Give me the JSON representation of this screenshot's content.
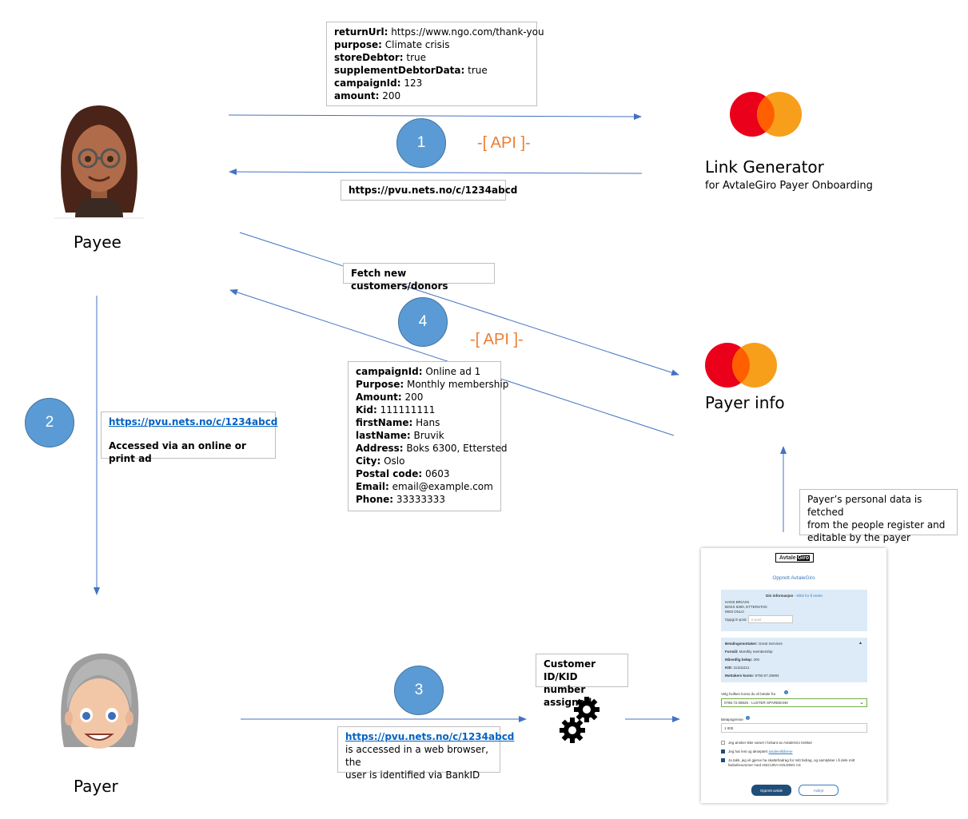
{
  "actors": {
    "payee": {
      "label": "Payee"
    },
    "payer": {
      "label": "Payer"
    }
  },
  "link_generator": {
    "title": "Link Generator",
    "subtitle": "for AvtaleGiro Payer Onboarding"
  },
  "payer_info": {
    "title": "Payer info"
  },
  "steps": {
    "s1": "1",
    "s2": "2",
    "s3": "3",
    "s4": "4"
  },
  "api_labels": {
    "a1": "-[ API ]-",
    "a4": "-[ API ]-"
  },
  "request_box": {
    "rows": [
      {
        "key": "returnUrl:",
        "value": " https://www.ngo.com/thank-you"
      },
      {
        "key": "purpose:",
        "value": " Climate crisis"
      },
      {
        "key": "storeDebtor:",
        "value": " true"
      },
      {
        "key": "supplementDebtorData:",
        "value": " true"
      },
      {
        "key": "campaignId:",
        "value": " 123"
      },
      {
        "key": "amount:",
        "value": " 200"
      }
    ]
  },
  "link_box": {
    "text": "https://pvu.nets.no/c/1234abcd"
  },
  "fetch_box": {
    "text": "Fetch new customers/donors"
  },
  "payer_data_box": {
    "rows": [
      {
        "key": "campaignId:",
        "value": " Online ad 1"
      },
      {
        "key": "Purpose:",
        "value": " Monthly membership"
      },
      {
        "key": "Amount:",
        "value": " 200"
      },
      {
        "key": "Kid:",
        "value": " 111111111"
      },
      {
        "key": "firstName:",
        "value": " Hans"
      },
      {
        "key": "lastName:",
        "value": " Bruvik"
      },
      {
        "key": "Address:",
        "value": " Boks 6300, Ettersted"
      },
      {
        "key": "City:",
        "value": " Oslo"
      },
      {
        "key": "Postal code:",
        "value": " 0603"
      },
      {
        "key": "Email:",
        "value": " email@example.com"
      },
      {
        "key": "Phone:",
        "value": " 33333333"
      }
    ]
  },
  "ad_box": {
    "link": "https://pvu.nets.no/c/1234abcd",
    "text": "Accessed via an online or print ad"
  },
  "browser_box": {
    "link": "https://pvu.nets.no/c/1234abcd",
    "line1": "is accessed in a web browser, the",
    "line2": "user is identified via BankID"
  },
  "kid_box": {
    "line1": "Customer ID/KID",
    "line2": "number assigned"
  },
  "personal_data_box": {
    "line1": "Payer’s personal data is fetched",
    "line2": "from the people register and",
    "line3": "editable by the payer"
  },
  "form": {
    "logo_left": "Avtale",
    "logo_right": "Giro",
    "title": "Opprett AvtaleGiro",
    "info_header": "Din informasjon",
    "info_hint": " - Klikk for å endre",
    "name": "HANS BRUVIK",
    "address": "BOKS 6300, ETTERSTAD",
    "city": "0603 OSLO",
    "email_label": "Oppgi E-post:",
    "email_placeholder": "e-post",
    "recipient_label": "Betalingsmottaker:",
    "recipient_value": " Great Services",
    "purpose_label": "Formål:",
    "purpose_value": " Monthly membership",
    "amount_label": "Månedlig beløp:",
    "amount_value": " 200",
    "kid_label": "KID:",
    "kid_value": " 111111111",
    "account_label": "Mottakers konto:",
    "account_value": " 9750.07.25994",
    "select_label": "Velg hvilken konto du vil betale fra",
    "select_value": "0785.72.08626 - LUSTER SPAREBANK",
    "limit_label": "Beløpsgrense",
    "limit_value": "1 000",
    "check1": "Jeg ønsker ikke varsel i forkant av AvtaleGiro trekket",
    "check2_prefix": "Jeg har lest og akseptert ",
    "check2_link": "avtalevilkårene",
    "check3_line1": "Ja takk, jeg vil gjerne ha skattefradrag for mitt bidrag, og samtykker i å dele mitt",
    "check3_line2": "fødselsnummer med ANICURA HOLDING AS",
    "btn_primary": "Opprett avtale",
    "btn_secondary": "Avbryt",
    "checks": [
      false,
      true,
      true
    ]
  },
  "colors": {
    "arrow": "#4472c4",
    "step_fill": "#5b9bd5",
    "api_orange": "#ed7d31",
    "mc_red": "#eb001b",
    "mc_yellow": "#f79e1b",
    "mc_overlap": "#ff5f00"
  },
  "icons": [
    "payee-memoji",
    "payer-memoji",
    "mastercard-logo",
    "gears-icon"
  ]
}
